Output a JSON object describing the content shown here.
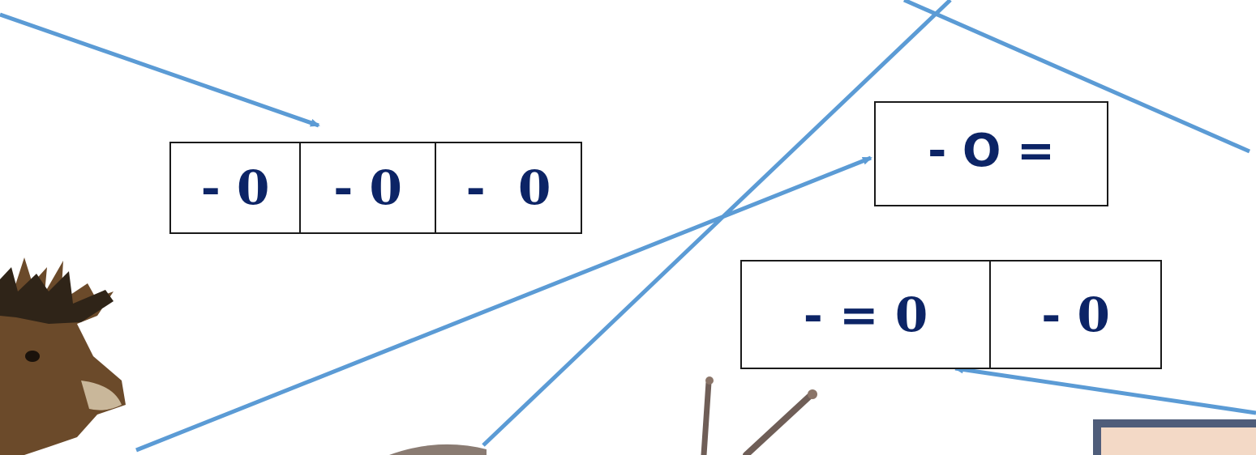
{
  "colors": {
    "arrow": "#5b9bd5",
    "text": "#0c2466",
    "border": "#1a1a1a"
  },
  "boxes": {
    "left": [
      "- 0",
      "- 0",
      "-  0"
    ],
    "top_right": [
      "- O ="
    ],
    "bottom_right": [
      "- = 0",
      "- 0"
    ]
  },
  "images": {
    "moose": "moose-head",
    "snail": "snail",
    "corner_frame": "framed-picture"
  }
}
